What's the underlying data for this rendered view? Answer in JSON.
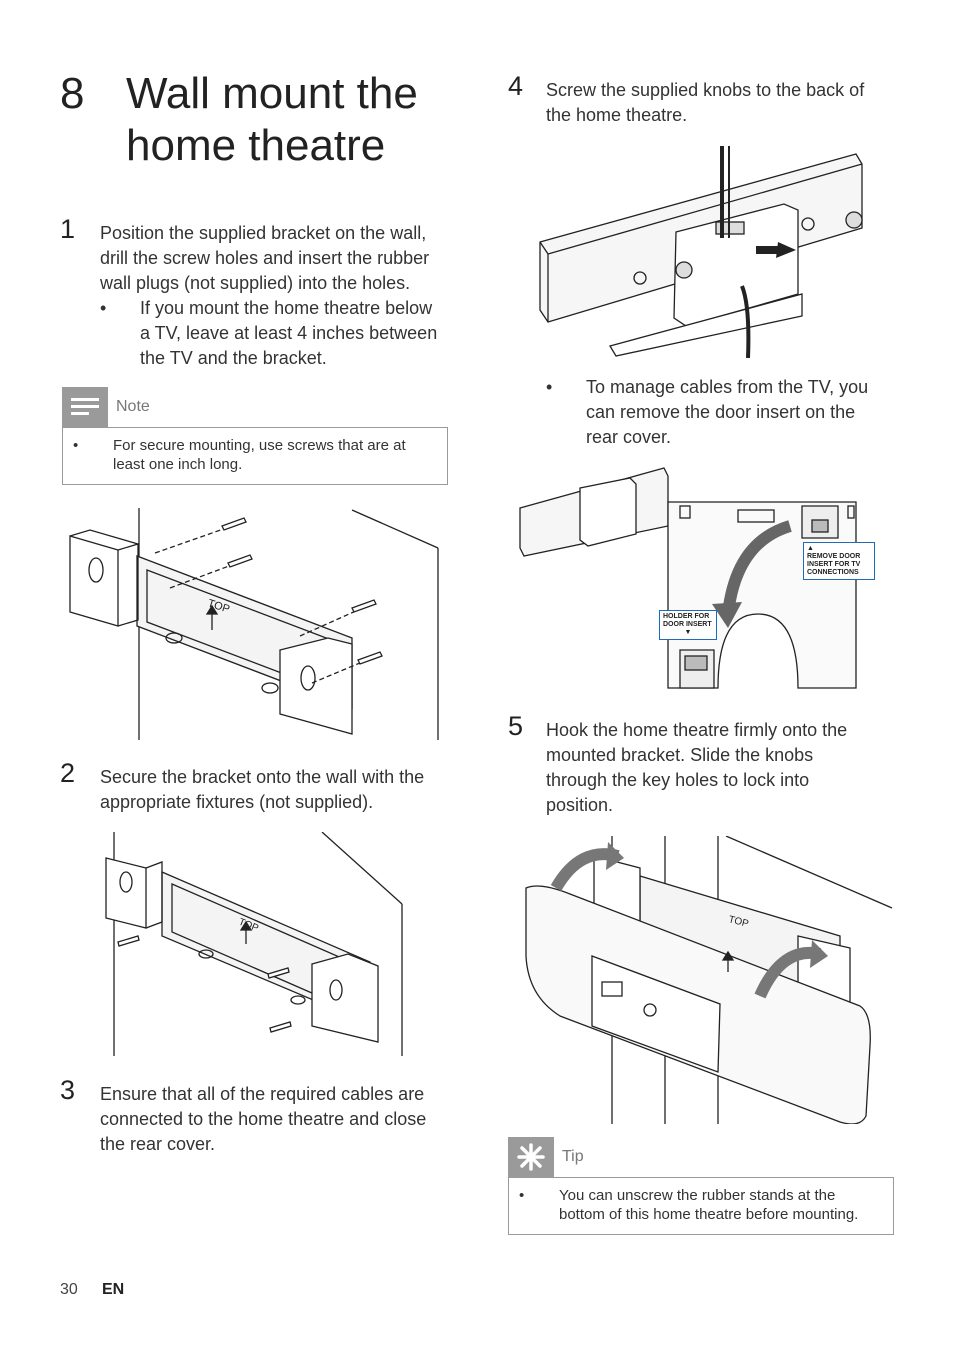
{
  "chapter": {
    "number": "8",
    "title": "Wall mount the home theatre"
  },
  "steps": [
    {
      "number": "1",
      "text": "Position the supplied bracket on the wall, drill the screw holes and insert the rubber wall plugs (not supplied) into the holes.",
      "bullet": "If you mount the home theatre below a TV, leave at least 4 inches between the TV and the bracket."
    },
    {
      "number": "2",
      "text": "Secure the bracket onto the wall with the appropriate fixtures (not supplied)."
    },
    {
      "number": "3",
      "text": "Ensure that all of the required cables are connected to the home theatre and close the rear cover."
    },
    {
      "number": "4",
      "text": "Screw the supplied knobs to the back of the home theatre.",
      "bullet": "To manage cables from the TV, you can remove the door insert on the rear cover."
    },
    {
      "number": "5",
      "text": "Hook the home theatre firmly onto the mounted bracket. Slide the knobs through the key holes to lock into position."
    }
  ],
  "note": {
    "label": "Note",
    "text": "For secure mounting, use screws that are at least one inch long."
  },
  "tip": {
    "label": "Tip",
    "text": "You can unscrew the rubber stands at the bottom of this home theatre before mounting."
  },
  "figure_labels": {
    "top": "TOP",
    "remove_door": "REMOVE DOOR INSERT FOR TV CONNECTIONS",
    "holder": "HOLDER FOR DOOR INSERT"
  },
  "footer": {
    "page": "30",
    "lang": "EN"
  },
  "colors": {
    "accent_blue": "#1e6bb8",
    "callout_gray": "#9a9a9a"
  }
}
